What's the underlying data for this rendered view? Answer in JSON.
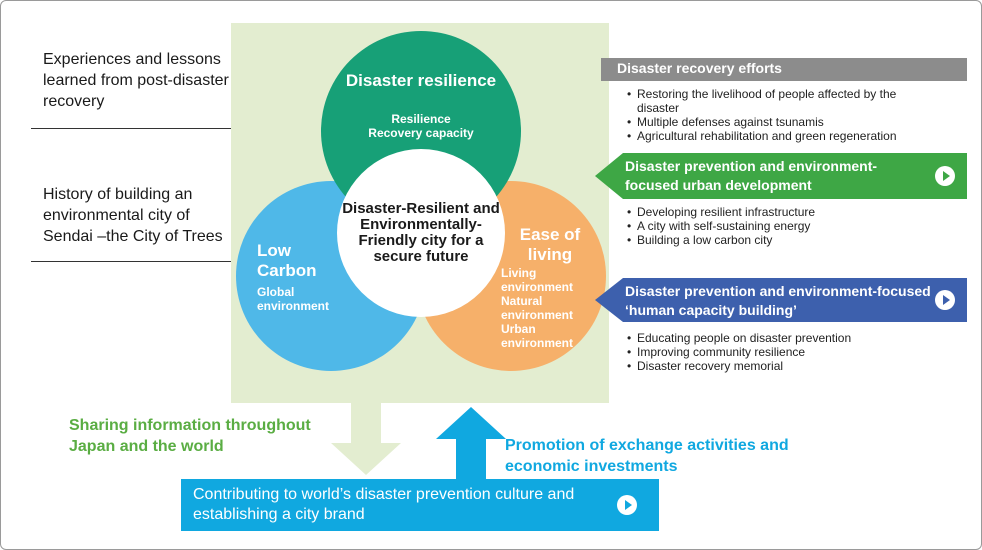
{
  "left_notes": {
    "experiences": "Experiences and lessons learned from post-disaster recovery",
    "history": "History of building an environmental city of Sendai –the City of Trees"
  },
  "circles": {
    "resilience": {
      "title": "Disaster resilience",
      "sub1": "Resilience",
      "sub2": "Recovery capacity"
    },
    "low_carbon": {
      "title": "Low Carbon",
      "sub": "Global environment"
    },
    "ease": {
      "title": "Ease of living",
      "items": [
        "Living environment",
        "Natural environment",
        "Urban environment"
      ]
    },
    "center": "Disaster-Resilient and Environmentally-Friendly city for a secure future"
  },
  "recovery": {
    "header": "Disaster recovery efforts",
    "bullets": [
      "Restoring the livelihood of people affected by the disaster",
      "Multiple defenses against tsunamis",
      "Agricultural rehabilitation and green regeneration"
    ]
  },
  "prevention_urban": {
    "title": "Disaster prevention and environment-focused urban development",
    "bullets": [
      "Developing resilient infrastructure",
      "A city with self-sustaining energy",
      "Building a low carbon city"
    ]
  },
  "prevention_human": {
    "title": "Disaster prevention and environment-focused ‘human capacity building’",
    "bullets": [
      "Educating people on disaster prevention",
      "Improving community resilience",
      "Disaster recovery memorial"
    ]
  },
  "bottom": {
    "sharing": "Sharing information throughout Japan and the world",
    "promotion": "Promotion of exchange activities and economic investments",
    "banner": "Contributing to world’s disaster prevention culture and establishing a city brand"
  },
  "colors": {
    "green_bg": "#e3edd0",
    "resilience": "#17a077",
    "low_carbon": "#4fb8e8",
    "ease": "#f6b06a",
    "gray_header": "#8c8c8c",
    "green_banner": "#3ea745",
    "blue_banner": "#3d60ad",
    "cyan": "#10a8e0",
    "sharing_text": "#5aad43"
  }
}
